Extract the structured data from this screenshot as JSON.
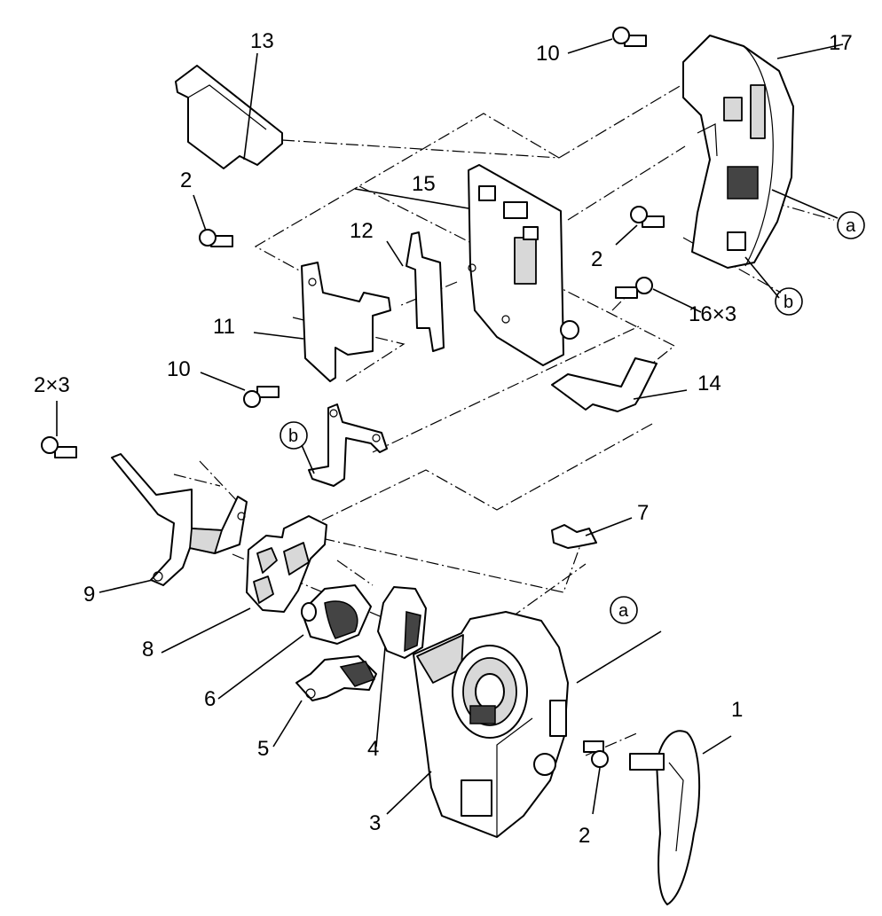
{
  "callouts": {
    "c1": "1",
    "c2a": "2",
    "c2b": "2",
    "c2c": "2",
    "c2x3": "2×3",
    "c3": "3",
    "c4": "4",
    "c5": "5",
    "c6": "6",
    "c7": "7",
    "c8": "8",
    "c9": "9",
    "c10a": "10",
    "c10b": "10",
    "c11": "11",
    "c12": "12",
    "c13": "13",
    "c14": "14",
    "c15": "15",
    "c16x3": "16×3",
    "c17": "17"
  },
  "refs": {
    "a_top": "a",
    "a_bottom": "a",
    "b_right": "b",
    "b_left": "b"
  },
  "colors": {
    "line": "#000000",
    "fill_light": "#d8d8d8",
    "fill_dark": "#444444",
    "background": "#ffffff"
  }
}
